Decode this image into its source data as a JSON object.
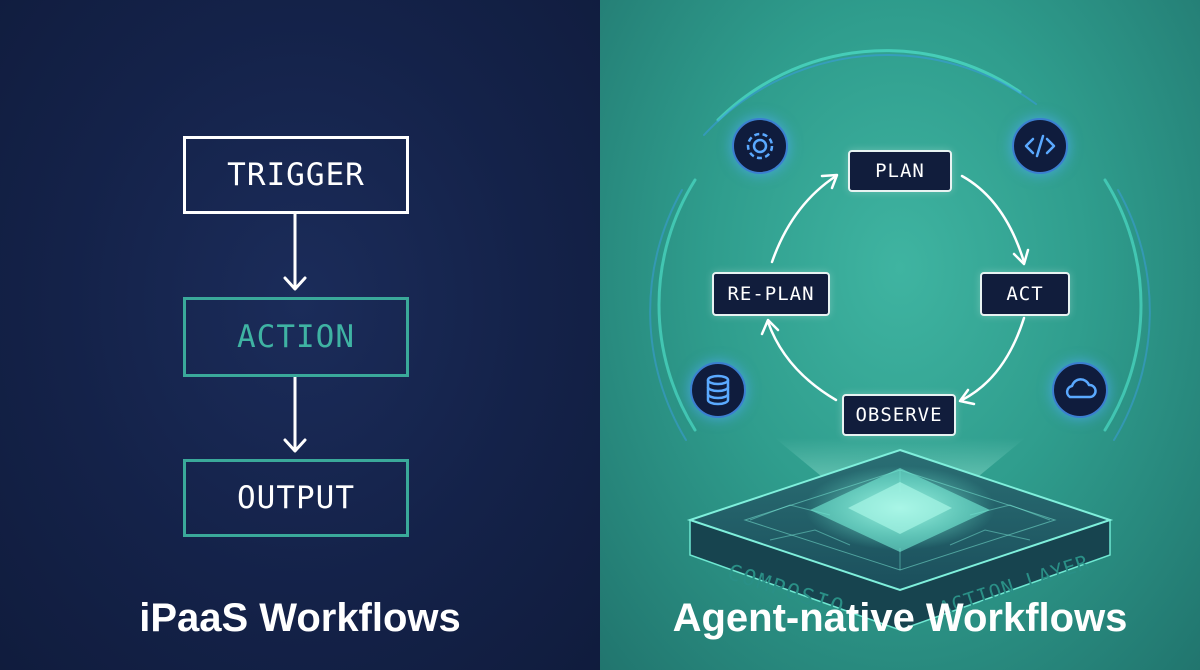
{
  "left": {
    "title": "iPaaS Workflows",
    "steps": [
      "TRIGGER",
      "ACTION",
      "OUTPUT"
    ]
  },
  "right": {
    "title": "Agent-native Workflows",
    "cycle": {
      "plan": "PLAN",
      "act": "ACT",
      "observe": "OBSERVE",
      "replan": "RE-PLAN"
    },
    "platform": {
      "label_front": "COMPOSIO",
      "label_side": "ACTION LAYER"
    },
    "icons": [
      "gear-icon",
      "code-icon",
      "database-icon",
      "cloud-icon"
    ]
  },
  "colors": {
    "left_bg": "#142249",
    "right_bg": "#2f9d8d",
    "teal_accent": "#3aa99a",
    "node_bg": "#111d3c",
    "glow_blue": "#3b7fd0"
  }
}
